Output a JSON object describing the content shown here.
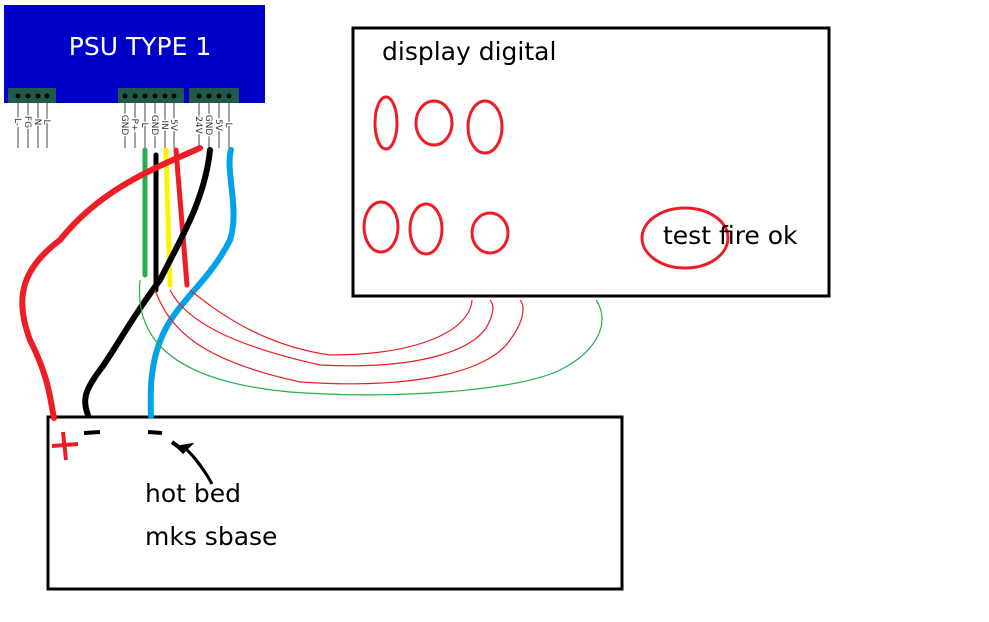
{
  "psu": {
    "title": "PSU TYPE 1",
    "left_pins": [
      "L-",
      "FG",
      "N",
      "L"
    ],
    "middle_pins": [
      "GND",
      "P+",
      "L",
      "GND",
      "IN",
      "5V"
    ],
    "right_pins": [
      "24V",
      "GND",
      "5V",
      "L"
    ]
  },
  "display": {
    "title": "display digital",
    "note": "test fire ok"
  },
  "board": {
    "line1": "hot bed",
    "line2": "mks sbase",
    "plus_mark": "+"
  },
  "colors": {
    "psu_blue": "#0000C8",
    "terminal": "#1F5A4C",
    "red": "#EE1C24",
    "black": "#000000",
    "blue_wire": "#00A2E8",
    "green": "#22B14C",
    "yellow": "#FFF200"
  }
}
